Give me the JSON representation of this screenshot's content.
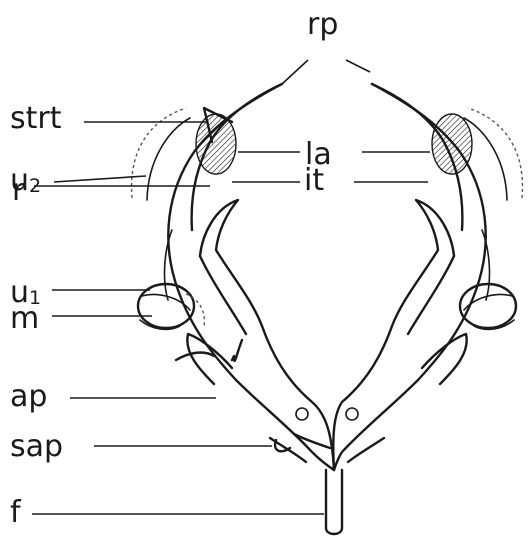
{
  "labels": {
    "rp": "rp",
    "strt": "strt",
    "la": "la",
    "u2_base": "u",
    "u2_sub": "2",
    "r": "r",
    "it": "it",
    "u1_base": "u",
    "u1_sub": "1",
    "m": "m",
    "ap": "ap",
    "sap": "sap",
    "f": "f"
  },
  "colors": {
    "ink": "#1a1a1a",
    "background": "#ffffff"
  }
}
